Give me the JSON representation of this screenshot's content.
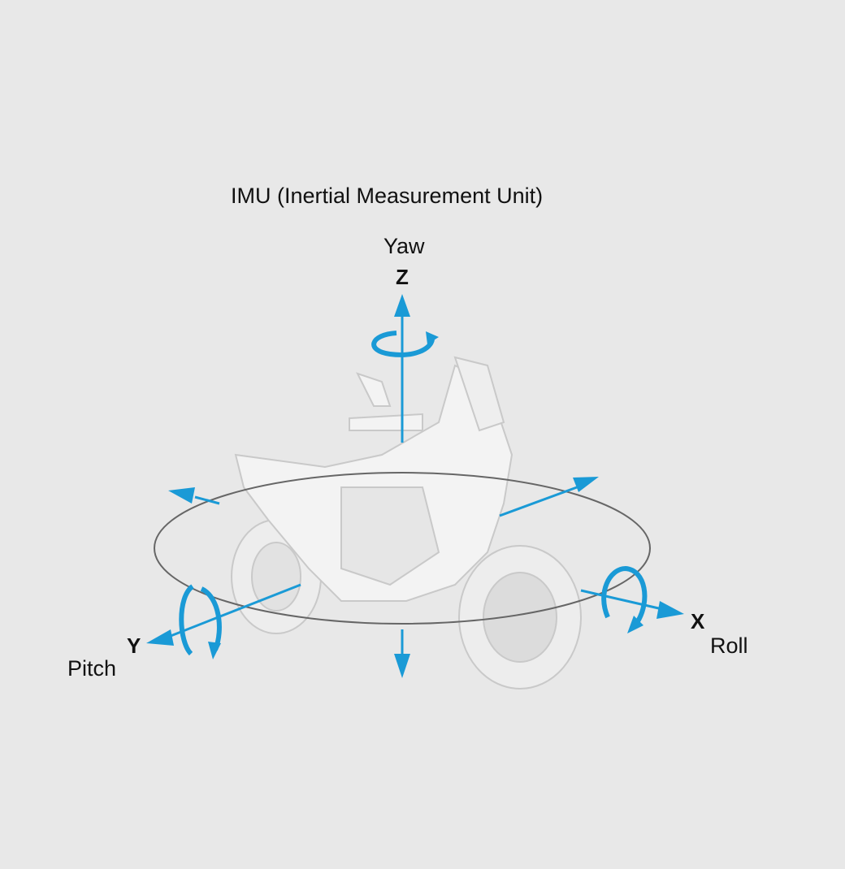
{
  "title": "IMU (Inertial Measurement Unit)",
  "axes": {
    "z": {
      "letter": "Z",
      "rotation": "Yaw"
    },
    "y": {
      "letter": "Y",
      "rotation": "Pitch"
    },
    "x": {
      "letter": "X",
      "rotation": "Roll"
    }
  },
  "colors": {
    "background": "#e8e8e8",
    "accent": "#1a9ad6",
    "bike": "#f4f4f4"
  }
}
